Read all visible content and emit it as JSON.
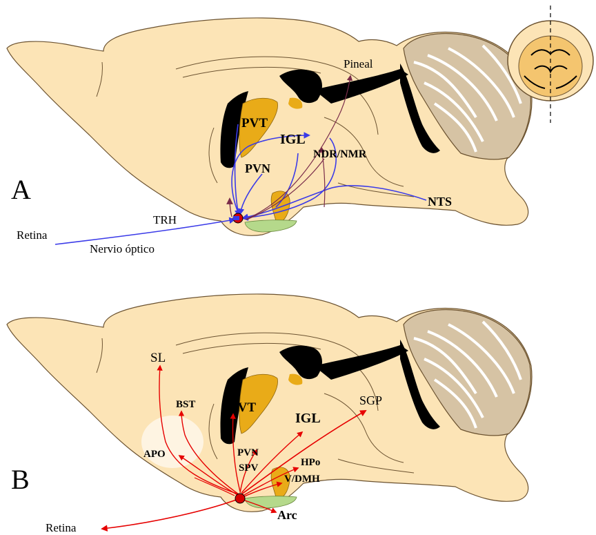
{
  "colors": {
    "brain_fill": "#fce4b6",
    "brain_outline": "#6b5230",
    "cerebellum_fill": "#d6c3a4",
    "cerebellum_folia": "#ffffff",
    "ventricle": "#000000",
    "nucleus_fill": "#e9ab18",
    "chiasm_fill": "#b5d98b",
    "scn_dot": "#d40000",
    "path_blue": "#3a3ae8",
    "path_maroon": "#7a2c4a",
    "path_red": "#e60000"
  },
  "panel_a": {
    "letter": "A",
    "labels": {
      "pvt": "PVT",
      "igl": "IGL",
      "ndr_nmr": "NDR/NMR",
      "pvn": "PVN",
      "pineal": "Pineal",
      "nts": "NTS",
      "trh": "TRH",
      "retina": "Retina",
      "optic_nerve": "Nervio óptico"
    }
  },
  "panel_b": {
    "letter": "B",
    "labels": {
      "sl": "SL",
      "bst": "BST",
      "pvt": "PVT",
      "igl": "IGL",
      "sgp": "SGP",
      "apo": "APO",
      "pvn": "PVN",
      "spv": "SPV",
      "hpo": "HPo",
      "vdmh": "V/DMH",
      "arc": "Arc",
      "retina": "Retina"
    }
  }
}
